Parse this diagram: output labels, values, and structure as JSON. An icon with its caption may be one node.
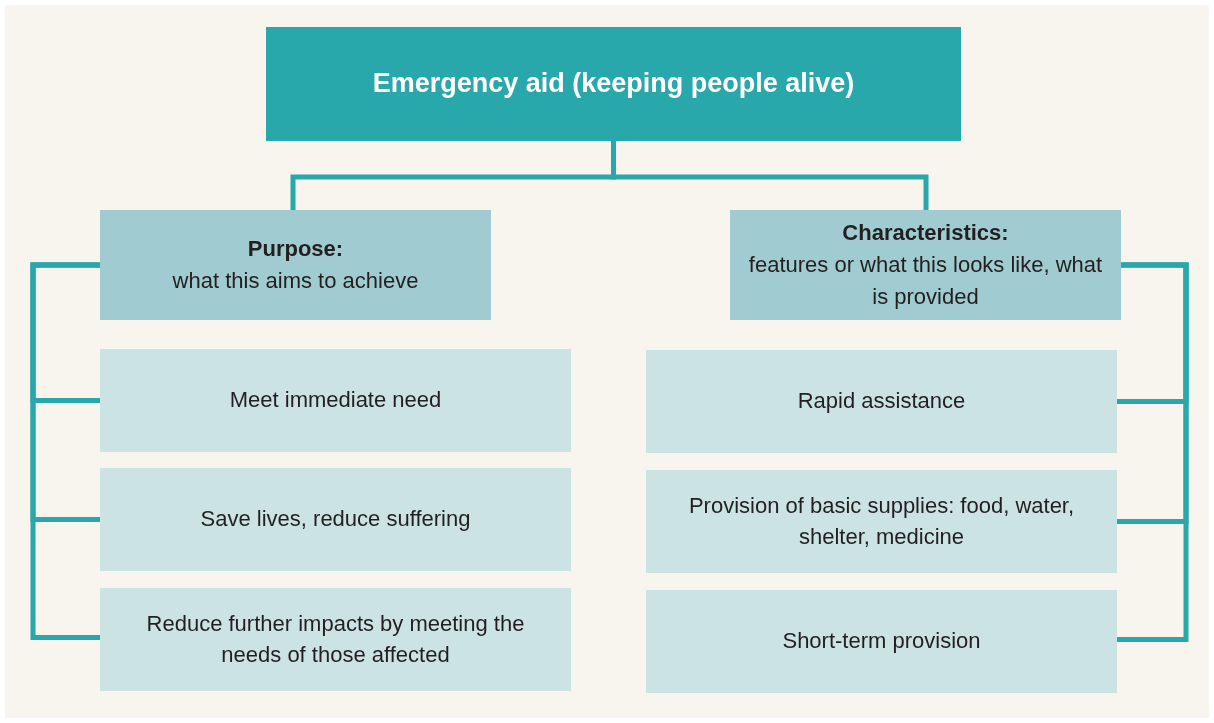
{
  "diagram": {
    "nodes": [
      {
        "text": [
          "Emergency aid (keeping people alive)"
        ]
      },
      {
        "text": [
          "Purpose:",
          "what this aims to achieve"
        ]
      },
      {
        "text": [
          "Characteristics:",
          "features or what this looks like, what is provided"
        ]
      },
      {
        "text": [
          "Meet immediate need"
        ]
      },
      {
        "text": [
          "Save lives, reduce suffering"
        ]
      },
      {
        "text": [
          "Reduce further impacts by meeting the needs of those affected"
        ]
      },
      {
        "text": [
          "Rapid assistance"
        ]
      },
      {
        "text": [
          "Provision of basic supplies: food, water, shelter, medicine"
        ]
      },
      {
        "text": [
          "Short-term provision"
        ]
      }
    ],
    "edges": [
      {
        "from": 0,
        "to": 1,
        "arrow": "none"
      },
      {
        "from": 0,
        "to": 2,
        "arrow": "none"
      },
      {
        "from": 1,
        "to": 3,
        "arrow": "none"
      },
      {
        "from": 1,
        "to": 4,
        "arrow": "none"
      },
      {
        "from": 1,
        "to": 5,
        "arrow": "none"
      },
      {
        "from": 2,
        "to": 6,
        "arrow": "none"
      },
      {
        "from": 2,
        "to": 7,
        "arrow": "none"
      },
      {
        "from": 2,
        "to": 8,
        "arrow": "none"
      }
    ]
  }
}
